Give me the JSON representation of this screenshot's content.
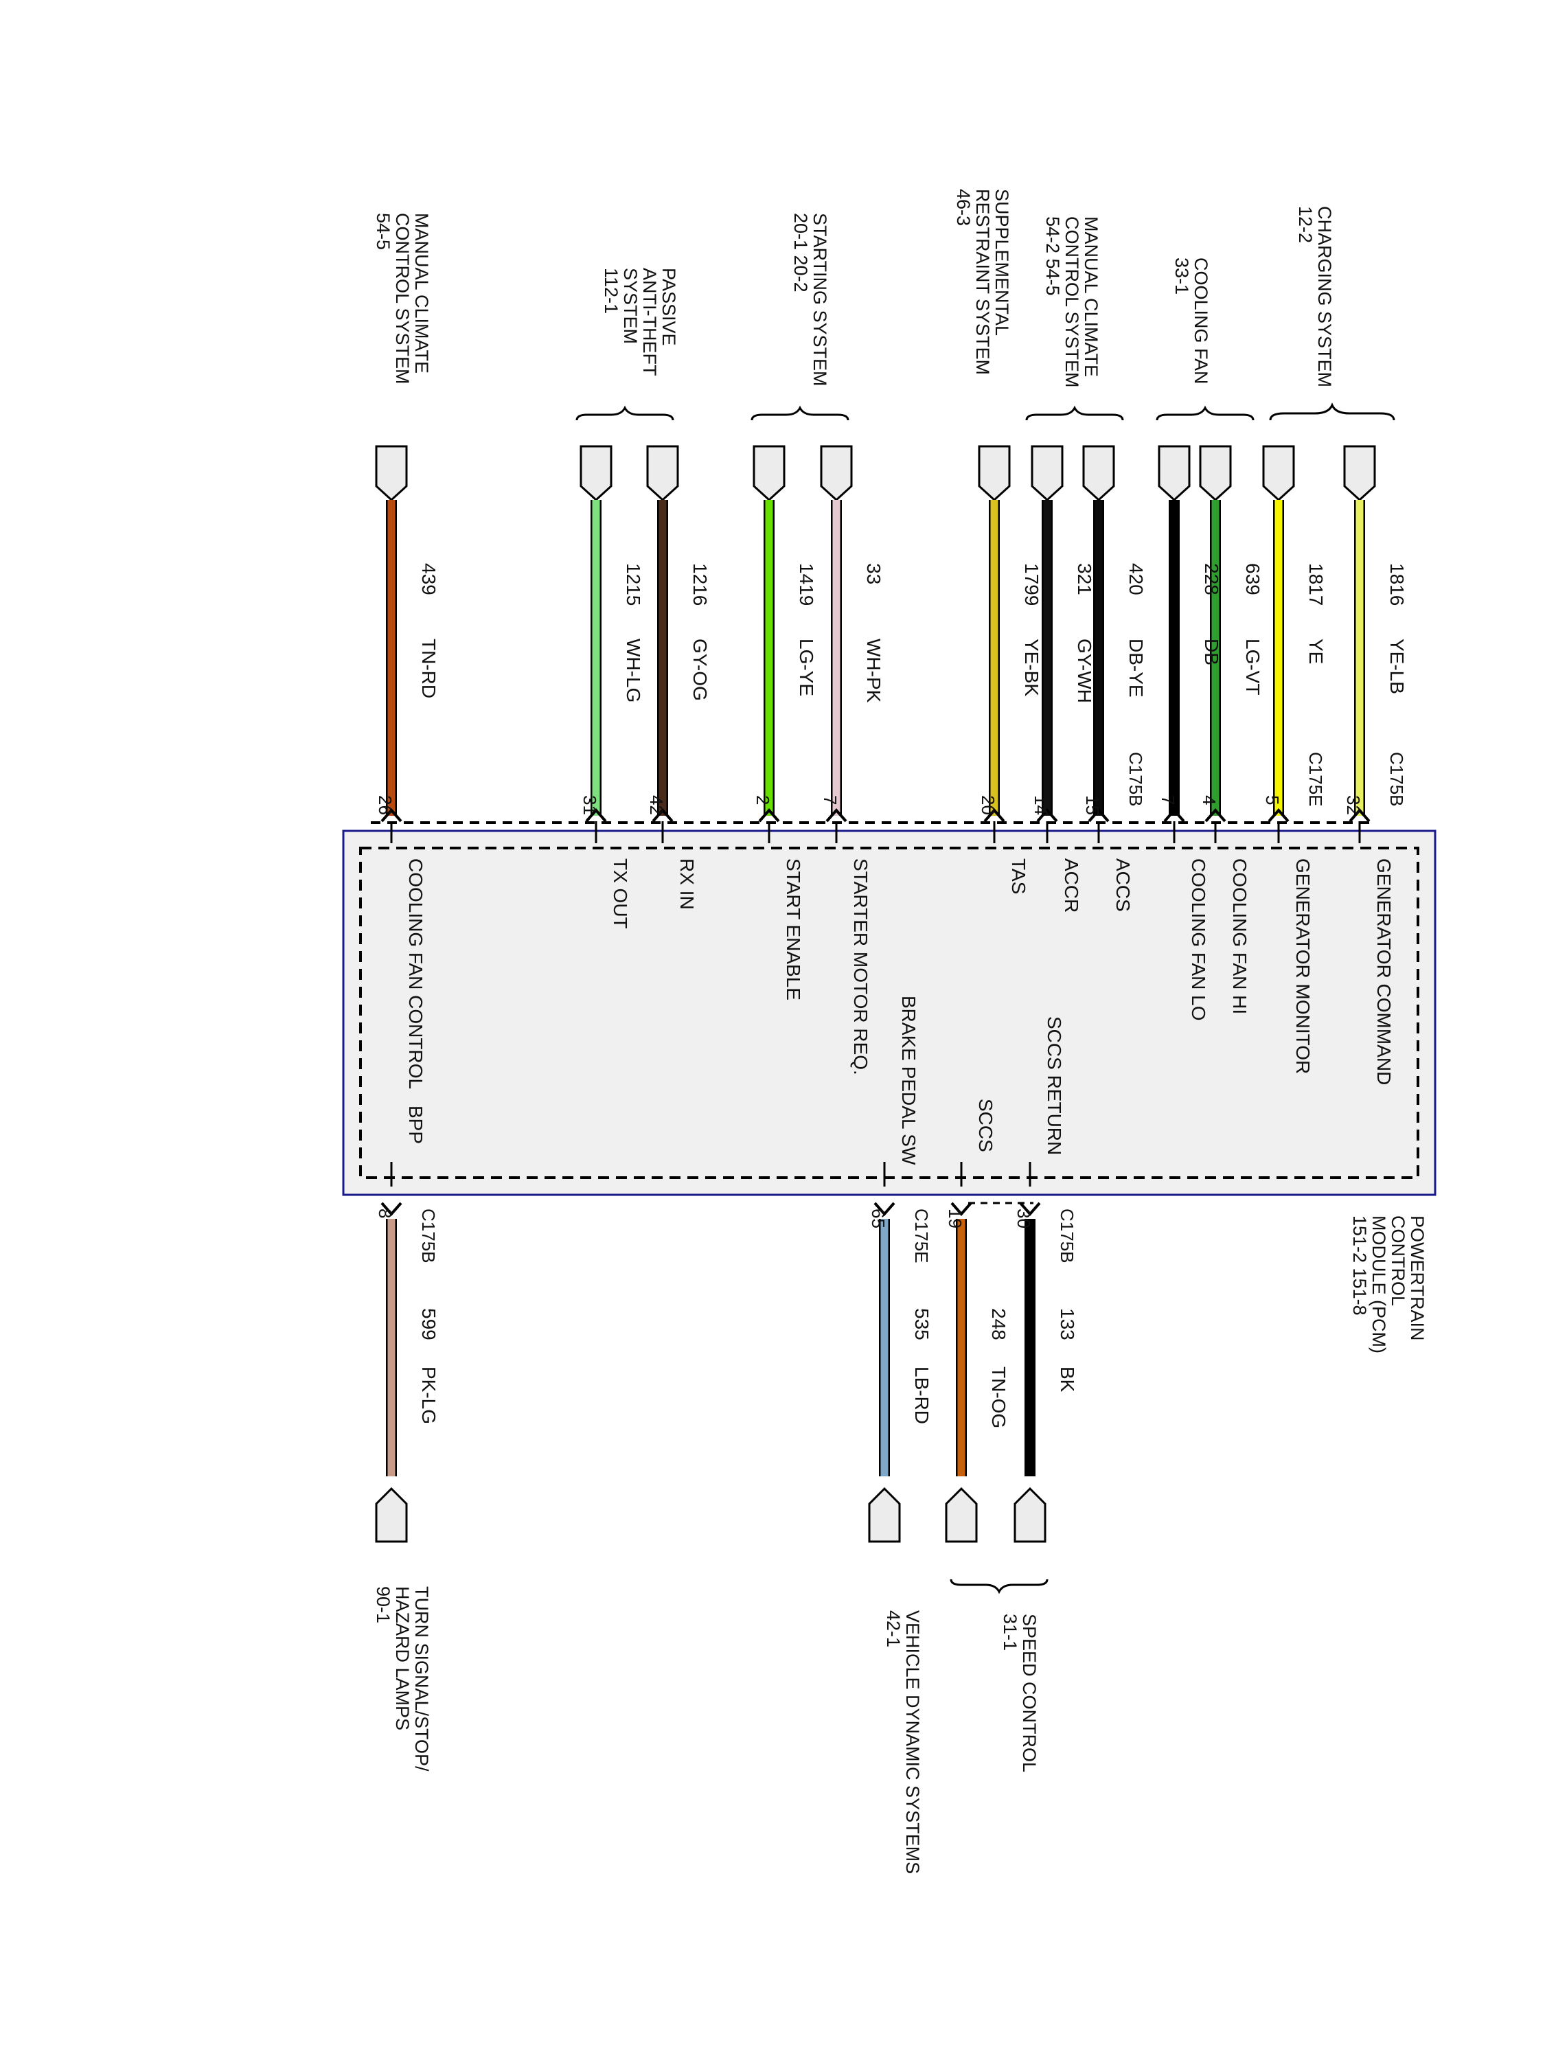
{
  "pcm": {
    "title_lines": [
      "POWERTRAIN",
      "CONTROL",
      "MODULE (PCM)",
      "151-2    151-8"
    ],
    "colors": {
      "box_border": "#1a1a8c",
      "box_fill": "#f0f0f0"
    }
  },
  "top_wires": [
    {
      "num": "1816",
      "color": "YE-LB",
      "pin": "32",
      "func": "GENERATOR COMMAND",
      "connector": "C175B",
      "stroke": "#e8f060"
    },
    {
      "num": "1817",
      "color": "YE",
      "pin": "5",
      "func": "GENERATOR MONITOR",
      "connector": "C175E",
      "stroke": "#f5f500"
    },
    {
      "num": "639",
      "color": "LG-VT",
      "pin": "4",
      "func": "COOLING FAN HI",
      "connector": "",
      "stroke": "#2f9e2f"
    },
    {
      "num": "228",
      "color": "DB",
      "pin": "7",
      "func": "COOLING FAN LO",
      "connector": "",
      "stroke": "#000000"
    },
    {
      "num": "420",
      "color": "DB-YE",
      "pin": "15",
      "func": "ACCS",
      "connector": "C175B",
      "stroke": "#0a0a0a"
    },
    {
      "num": "321",
      "color": "GY-WH",
      "pin": "14",
      "func": "ACCR",
      "connector": "",
      "stroke": "#111111"
    },
    {
      "num": "1799",
      "color": "YE-BK",
      "pin": "20",
      "func": "TAS",
      "connector": "",
      "stroke": "#d8c020"
    },
    {
      "num": "33",
      "color": "WH-PK",
      "pin": "7",
      "func": "STARTER MOTOR REQ.",
      "connector": "",
      "stroke": "#e6c8d0"
    },
    {
      "num": "1419",
      "color": "LG-YE",
      "pin": "2",
      "func": "START ENABLE",
      "connector": "",
      "stroke": "#66e000"
    },
    {
      "num": "1216",
      "color": "GY-OG",
      "pin": "42",
      "func": "RX IN",
      "connector": "",
      "stroke": "#4a2a1a"
    },
    {
      "num": "1215",
      "color": "WH-LG",
      "pin": "31",
      "func": "TX OUT",
      "connector": "",
      "stroke": "#7ee07e"
    },
    {
      "num": "439",
      "color": "TN-RD",
      "pin": "26",
      "func": "COOLING FAN CONTROL",
      "connector": "",
      "stroke": "#b84a10"
    }
  ],
  "bottom_wires": [
    {
      "num": "133",
      "color": "BK",
      "pin": "30",
      "func": "SCCS RETURN",
      "connector": "C175B",
      "stroke": "#000000"
    },
    {
      "num": "248",
      "color": "TN-OG",
      "pin": "19",
      "func": "SCCS",
      "connector": "",
      "stroke": "#c8600a"
    },
    {
      "num": "535",
      "color": "LB-RD",
      "pin": "65",
      "func": "BRAKE PEDAL SW",
      "connector": "C175E",
      "stroke": "#7fa8c8"
    },
    {
      "num": "599",
      "color": "PK-LG",
      "pin": "8",
      "func": "BPP",
      "connector": "C175B",
      "stroke": "#c89a88"
    }
  ],
  "top_systems": [
    {
      "lines": [
        "CHARGING SYSTEM",
        "12-2"
      ]
    },
    {
      "lines": [
        "COOLING FAN",
        "33-1"
      ]
    },
    {
      "lines": [
        "MANUAL CLIMATE",
        "CONTROL SYSTEM",
        "54-2    54-5"
      ]
    },
    {
      "lines": [
        "SUPPLEMENTAL",
        "RESTRAINT SYSTEM",
        "46-3"
      ]
    },
    {
      "lines": [
        "STARTING SYSTEM",
        "20-1       20-2"
      ]
    },
    {
      "lines": [
        "PASSIVE",
        "ANTI-THEFT",
        "SYSTEM",
        "112-1"
      ]
    },
    {
      "lines": [
        "MANUAL CLIMATE",
        "CONTROL SYSTEM",
        "54-5"
      ]
    }
  ],
  "bottom_systems": [
    {
      "lines": [
        "SPEED CONTROL",
        "31-1"
      ]
    },
    {
      "lines": [
        "VEHICLE DYNAMIC SYSTEMS",
        "42-1"
      ]
    },
    {
      "lines": [
        "TURN SIGNAL/STOP/",
        "HAZARD LAMPS",
        "90-1"
      ]
    }
  ]
}
